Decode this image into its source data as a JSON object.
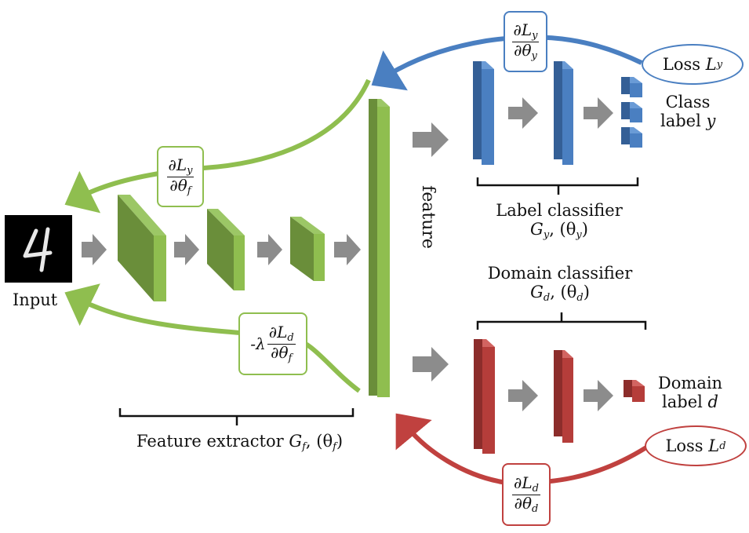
{
  "labels": {
    "input": "Input",
    "feature": "feature",
    "class_label_line1": "Class",
    "class_label_line2": "label",
    "class_label_var": "y",
    "domain_label_line1": "Domain",
    "domain_label_line2": "label",
    "domain_label_var": "d",
    "label_classifier": "Label classifier",
    "label_classifier_G": "G",
    "label_classifier_sub": "y",
    "label_classifier_theta": ", (θ",
    "label_classifier_theta_sub": "y",
    "domain_classifier": "Domain classifier",
    "domain_classifier_G": "G",
    "domain_classifier_sub": "d",
    "domain_classifier_theta": ", (θ",
    "domain_classifier_theta_sub": "d",
    "feature_extractor": "Feature extractor",
    "feature_extractor_G": "G",
    "feature_extractor_sub": "f",
    "feature_extractor_theta": ", (θ",
    "feature_extractor_theta_sub": "f",
    "close_paren": ")"
  },
  "loss_y": {
    "text": "Loss",
    "var": "L",
    "sub": "y"
  },
  "loss_d": {
    "text": "Loss",
    "var": "L",
    "sub": "d"
  },
  "grad_y_top": {
    "num": "∂L",
    "num_sub": "y",
    "den": "∂θ",
    "den_sub": "y"
  },
  "grad_y_feat": {
    "num": "∂L",
    "num_sub": "y",
    "den": "∂θ",
    "den_sub": "f"
  },
  "grad_d_feat": {
    "prefix": "-λ",
    "num": "∂L",
    "num_sub": "d",
    "den": "∂θ",
    "den_sub": "f"
  },
  "grad_d_bottom": {
    "num": "∂L",
    "num_sub": "d",
    "den": "∂θ",
    "den_sub": "d"
  },
  "colors": {
    "green": "#8fbe4f",
    "blue": "#4a7fc1",
    "red": "#c0413f",
    "gray": "#8c8c8c"
  },
  "icons": {
    "input_image": "handwritten-digit-4-image"
  }
}
